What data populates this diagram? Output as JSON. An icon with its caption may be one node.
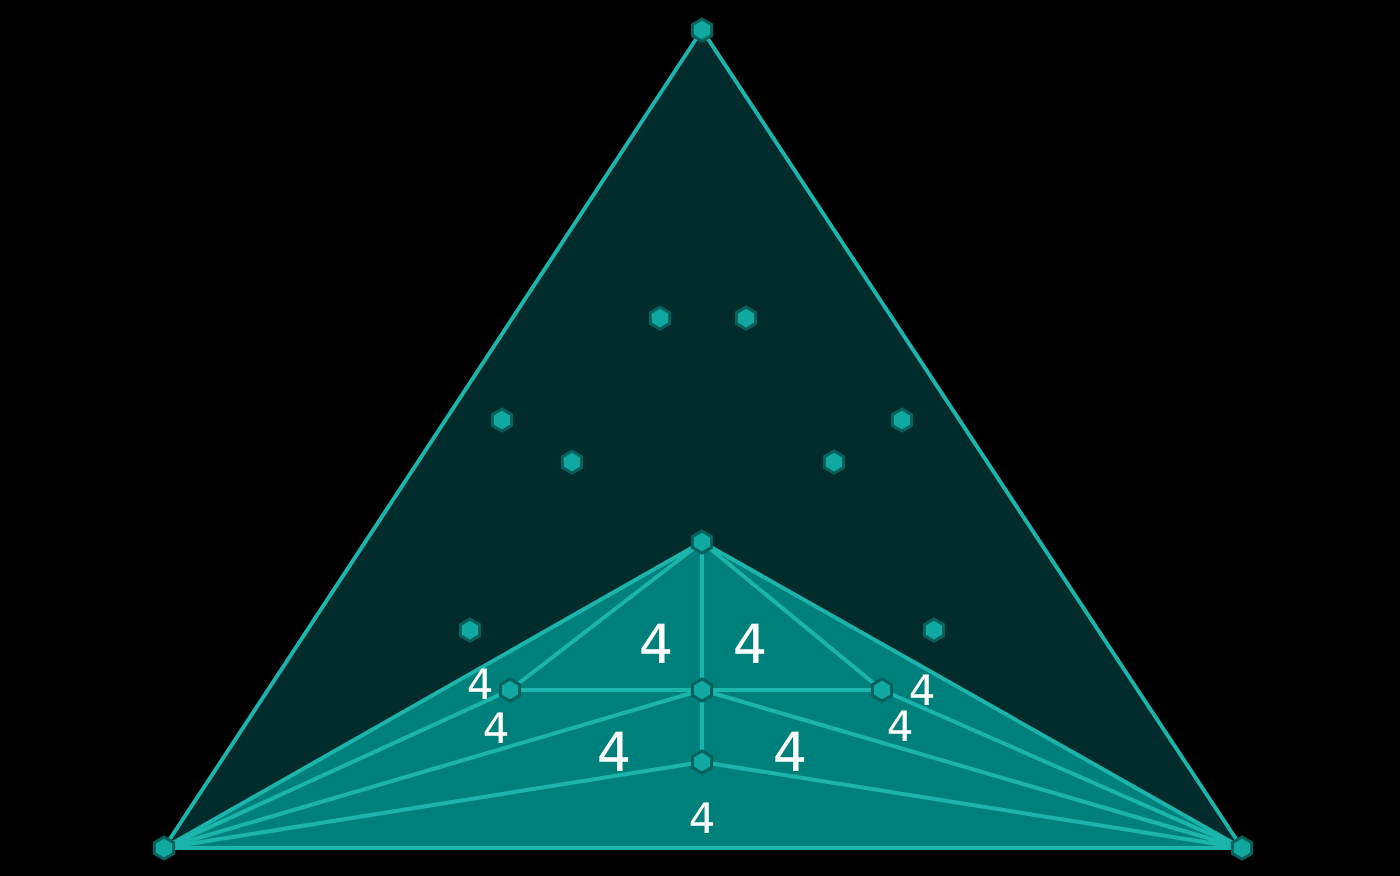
{
  "diagram": {
    "labels": [
      "4",
      "4",
      "4",
      "4",
      "4",
      "4",
      "4",
      "4",
      "4"
    ]
  }
}
